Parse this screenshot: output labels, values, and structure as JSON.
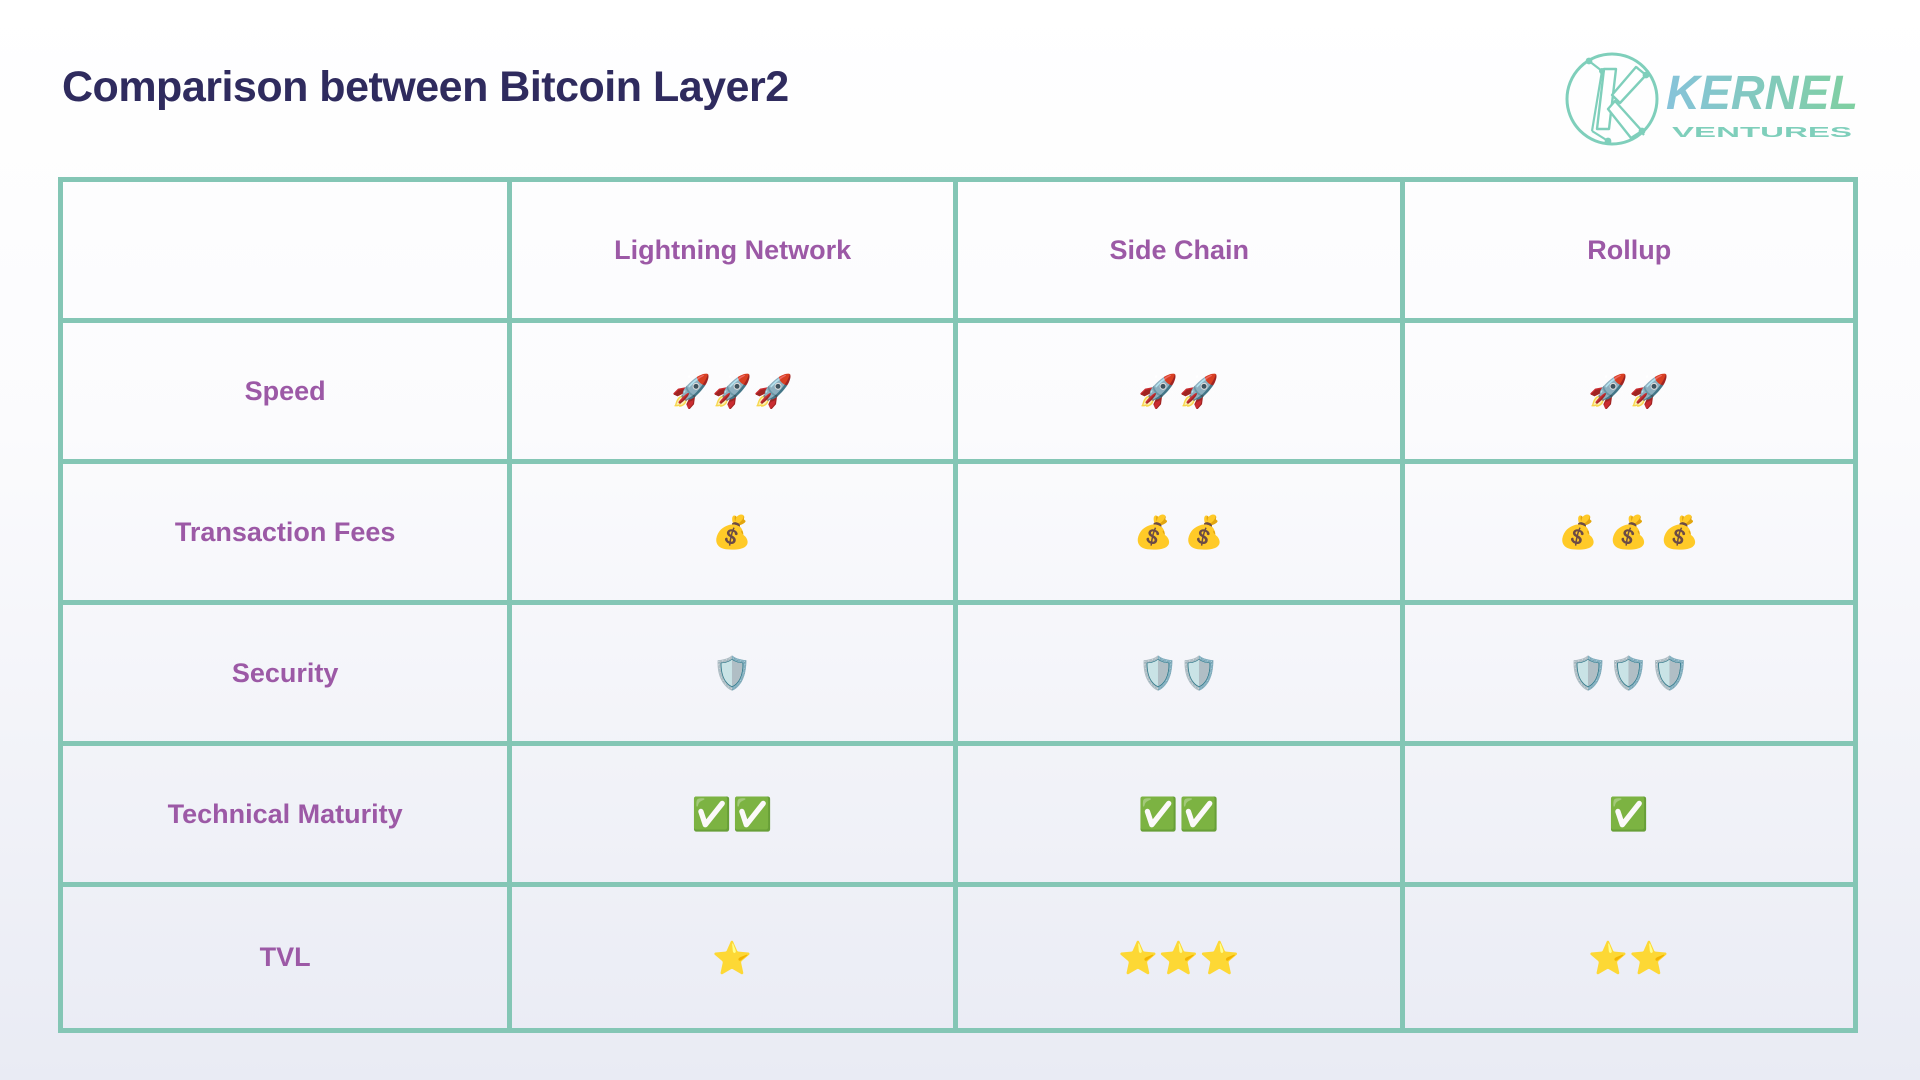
{
  "page": {
    "title": "Comparison between Bitcoin Layer2"
  },
  "logo": {
    "brand": "KERNEL",
    "sub": "VENTURES"
  },
  "colors": {
    "table_border": "#84c6b5",
    "heading_text": "#2f2b5e",
    "table_text_purple": "#9c59a6",
    "logo_teal": "#7fcfbb",
    "logo_gradient_start": "#86c3da",
    "logo_gradient_end": "#7fd0a0",
    "background_bottom": "#e9ebf4"
  },
  "table": {
    "columns": [
      "",
      "Lightning Network",
      "Side Chain",
      "Rollup"
    ],
    "rows": [
      {
        "label": "Speed",
        "cells": [
          "🚀🚀🚀",
          "🚀🚀",
          "🚀🚀"
        ]
      },
      {
        "label": "Transaction Fees",
        "cells": [
          "💰",
          "💰 💰",
          "💰 💰 💰"
        ]
      },
      {
        "label": "Security",
        "cells": [
          "🛡️",
          "🛡️🛡️",
          "🛡️🛡️🛡️"
        ]
      },
      {
        "label": "Technical Maturity",
        "cells": [
          "✅✅",
          "✅✅",
          "✅"
        ]
      },
      {
        "label": "TVL",
        "cells": [
          "⭐",
          "⭐⭐⭐",
          "⭐⭐"
        ]
      }
    ]
  }
}
